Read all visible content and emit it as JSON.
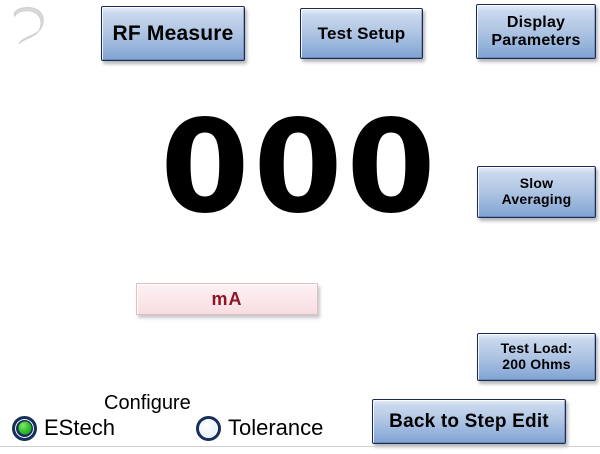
{
  "app": {
    "background_color": "#ffffff",
    "button_accent_color": "#9ab6dc",
    "button_border_color": "#1b2a54",
    "selected_radio_color": "#34c026",
    "units_text_color": "#8e1526",
    "units_box_color": "#fbe7ea"
  },
  "toolbar": {
    "rf_measure_label": "RF Measure",
    "test_setup_label": "Test Setup",
    "display_parameters_line1": "Display",
    "display_parameters_line2": "Parameters",
    "swirl_icon_name": "swirl-arrow-icon"
  },
  "reading": {
    "value": "000",
    "units": "mA"
  },
  "side_controls": {
    "averaging_line1": "Slow",
    "averaging_line2": "Averaging",
    "test_load_line1": "Test Load:",
    "test_load_line2": "200 Ohms"
  },
  "configure": {
    "group_label": "Configure",
    "options": [
      {
        "label": "EStech",
        "selected": true
      },
      {
        "label": "Tolerance",
        "selected": false
      }
    ]
  },
  "footer": {
    "back_label": "Back to Step Edit"
  }
}
